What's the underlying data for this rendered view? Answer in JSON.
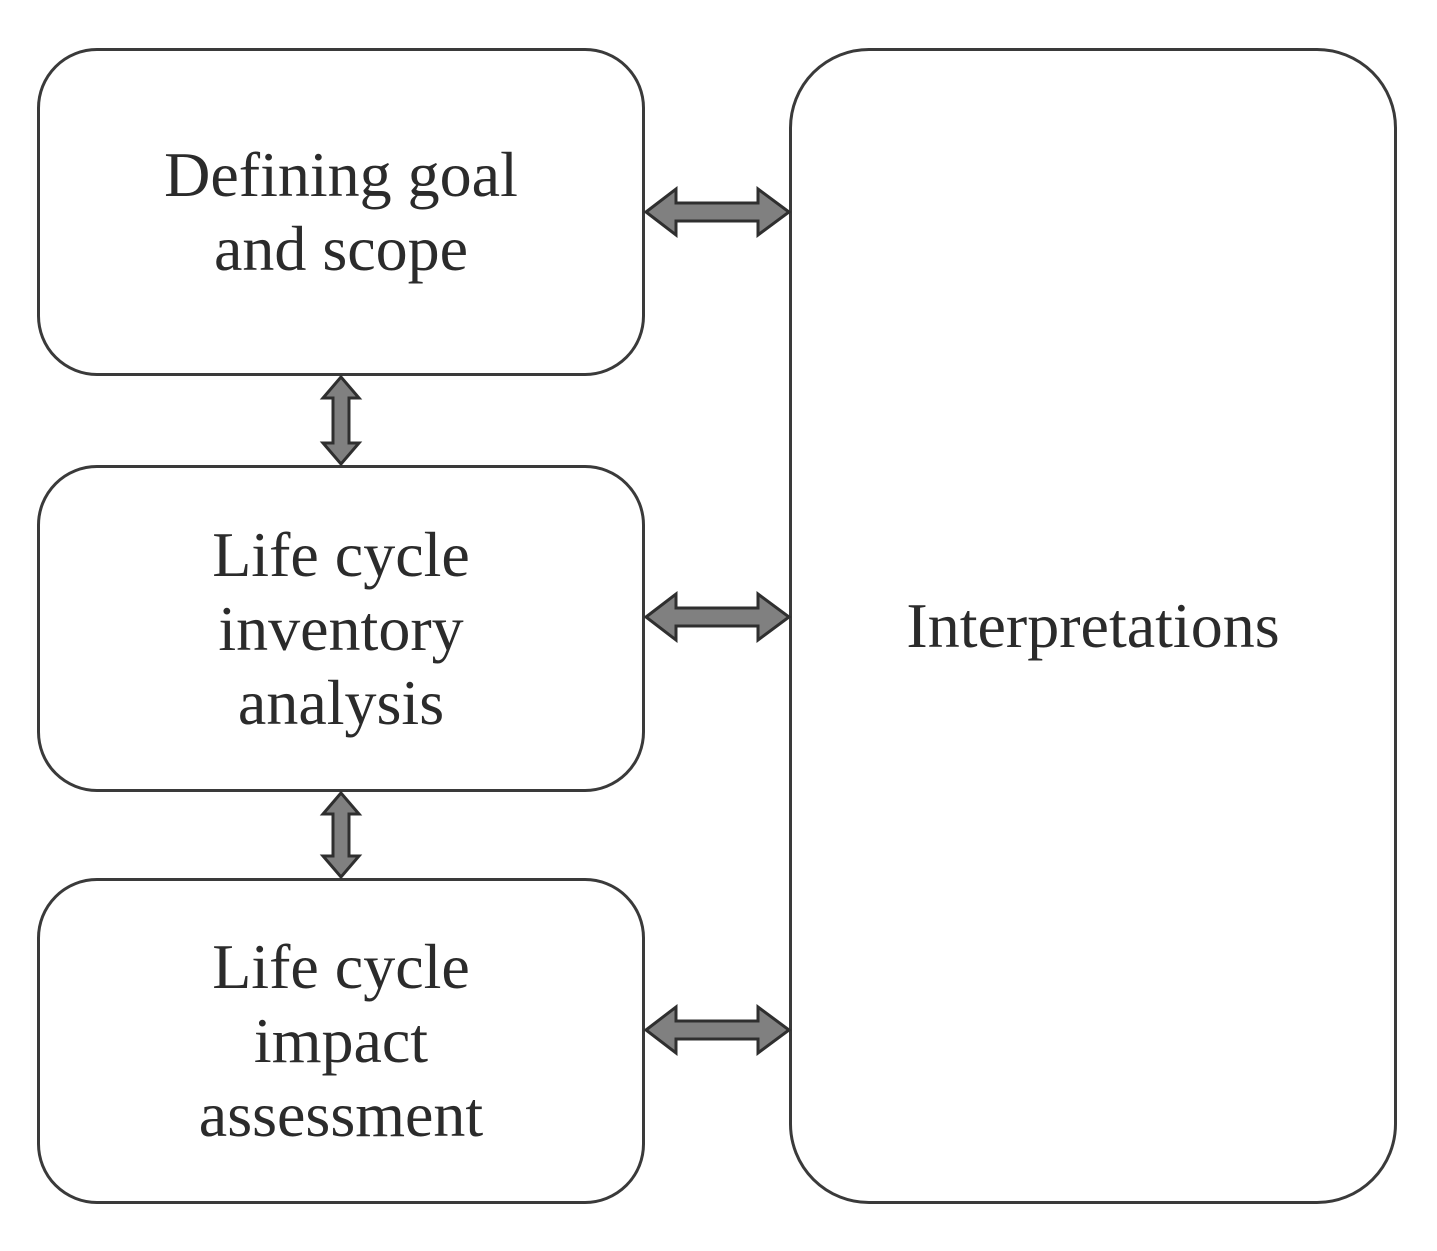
{
  "diagram": {
    "boxes": {
      "goal": {
        "label": "Defining goal and scope",
        "lines": [
          "Defining goal",
          "and scope"
        ]
      },
      "inventory": {
        "label": "Life cycle inventory analysis",
        "lines": [
          "Life cycle",
          "inventory",
          "analysis"
        ]
      },
      "impact": {
        "label": "Life cycle impact assessment",
        "lines": [
          "Life cycle",
          "impact",
          "assessment"
        ]
      },
      "interpretation": {
        "label": "Interpretations"
      }
    },
    "connections": [
      {
        "from": "goal",
        "to": "interpretation",
        "type": "bidirectional"
      },
      {
        "from": "inventory",
        "to": "interpretation",
        "type": "bidirectional"
      },
      {
        "from": "impact",
        "to": "interpretation",
        "type": "bidirectional"
      },
      {
        "from": "goal",
        "to": "inventory",
        "type": "bidirectional"
      },
      {
        "from": "inventory",
        "to": "impact",
        "type": "bidirectional"
      }
    ],
    "colors": {
      "box_border": "#3a3a3a",
      "text": "#2b2b2b",
      "arrow_fill": "#808080",
      "arrow_stroke": "#2f2f2f"
    }
  }
}
